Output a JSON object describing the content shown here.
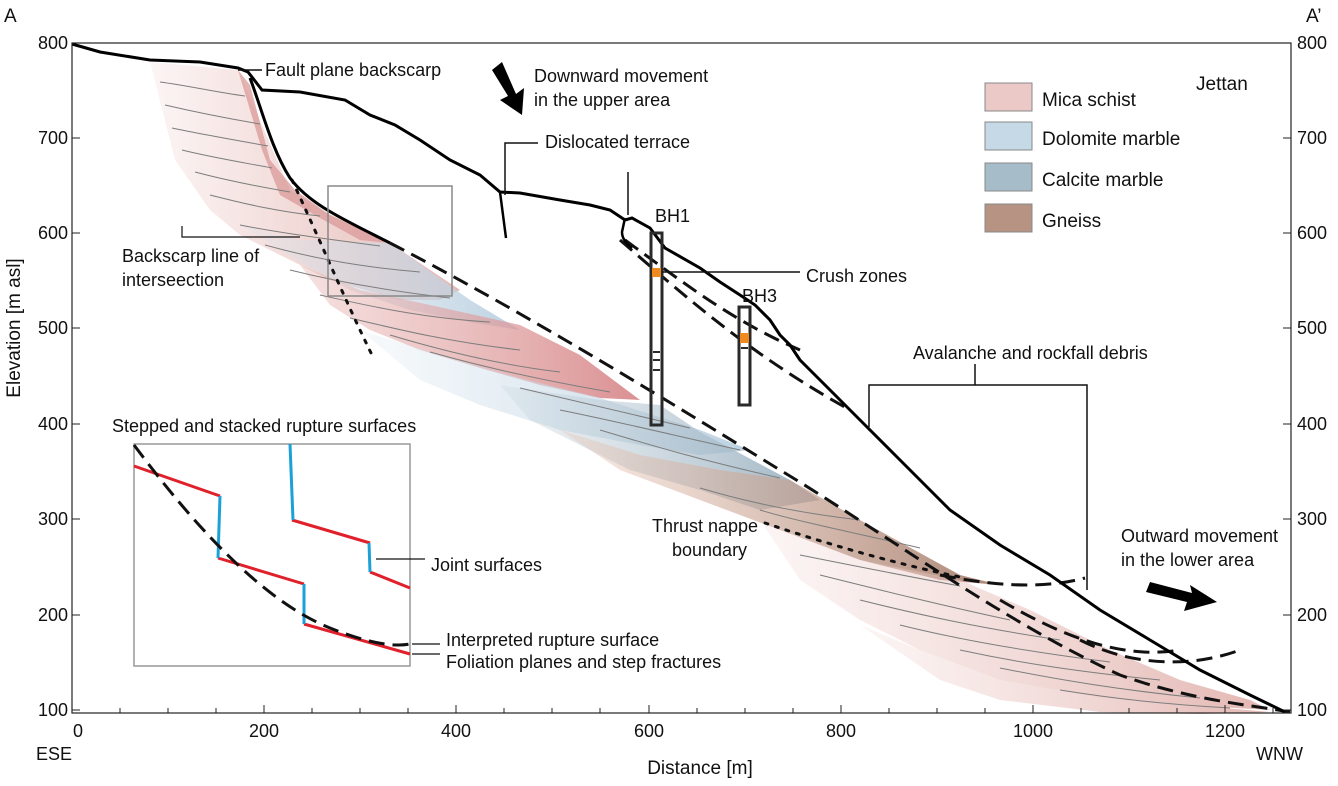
{
  "section": {
    "start": "A",
    "end": "A’",
    "left_dir": "ESE",
    "right_dir": "WNW",
    "site": "Jettan"
  },
  "axes": {
    "xlabel": "Distance [m]",
    "ylabel": "Elevation [m asl]",
    "x_ticks": [
      "0",
      "200",
      "400",
      "600",
      "800",
      "1000",
      "1200"
    ],
    "y_ticks_left": [
      "800",
      "700",
      "600",
      "500",
      "400",
      "300",
      "200",
      "100"
    ],
    "y_ticks_right": [
      "800",
      "700",
      "600",
      "500",
      "400",
      "300",
      "200",
      "100"
    ]
  },
  "legend": {
    "items": [
      {
        "label": "Mica schist",
        "color": "#eac9c6"
      },
      {
        "label": "Dolomite marble",
        "color": "#c5d9e6"
      },
      {
        "label": "Calcite marble",
        "color": "#a6bcc9"
      },
      {
        "label": "Gneiss",
        "color": "#b69383"
      }
    ]
  },
  "annotations": {
    "fault_backscarp": "Fault plane backscarp",
    "downward_1": "Downward movement",
    "downward_2": "in the upper area",
    "dislocated_terrace": "Dislocated terrace",
    "bh1": "BH1",
    "bh3": "BH3",
    "crush_zones": "Crush zones",
    "backscarp_line_1": "Backscarp line of",
    "backscarp_line_2": "interseection",
    "avalanche": "Avalanche and rockfall debris",
    "thrust_1": "Thrust nappe",
    "thrust_2": "boundary",
    "outward_1": "Outward movement",
    "outward_2": "in the lower area"
  },
  "inset": {
    "title": "Stepped and stacked rupture surfaces",
    "joint_surfaces": "Joint surfaces",
    "interpreted": "Interpreted rupture surface",
    "foliation": "Foliation planes and step fractures",
    "colors": {
      "foliation": "#e0202a",
      "joint": "#1ba1d8"
    }
  }
}
